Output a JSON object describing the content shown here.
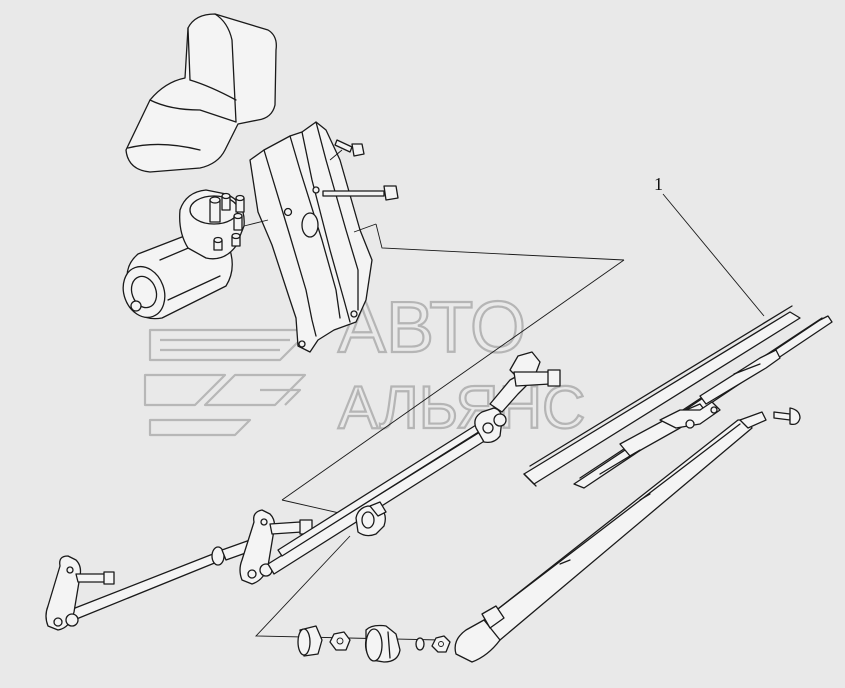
{
  "diagram": {
    "callouts": [
      {
        "id": "wiper-blade-assembly",
        "text": "1"
      }
    ]
  },
  "watermark": {
    "line1": "АВТО",
    "line2": "АЛЬЯНС",
    "color": "#b5b5b5"
  },
  "colors": {
    "background": "#e9e9e9",
    "line": "#1a1a1a",
    "part_fill": "#f4f4f4"
  }
}
